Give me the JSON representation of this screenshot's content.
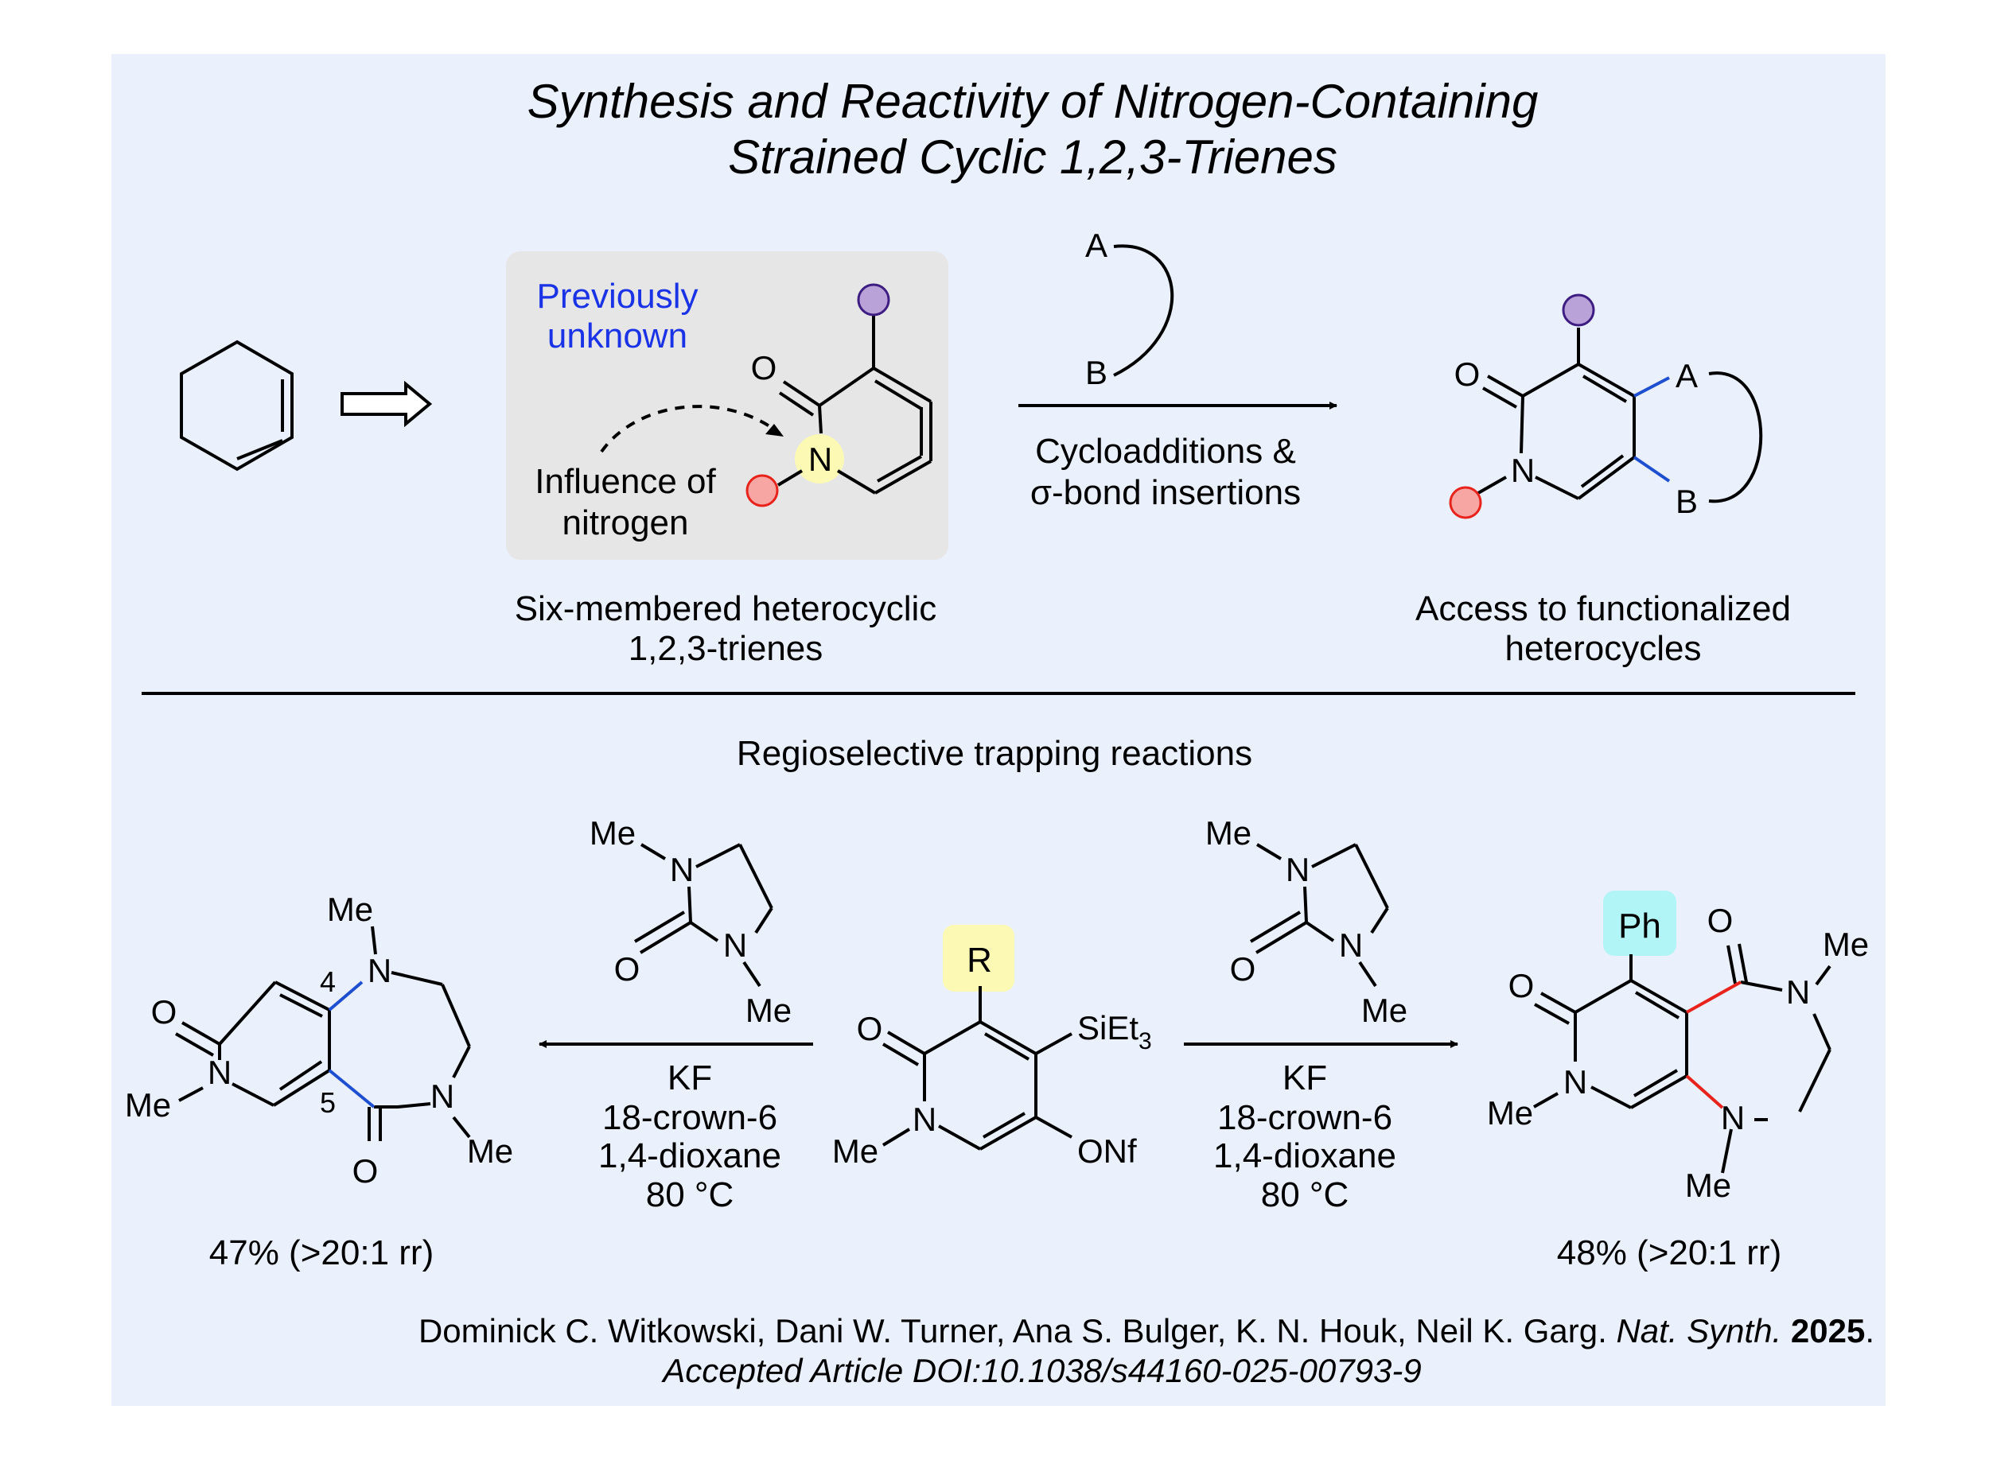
{
  "title": {
    "line1": "Synthesis and Reactivity of Nitrogen-Containing",
    "line2": "Strained Cyclic 1,2,3-Trienes"
  },
  "top": {
    "previously_line1": "Previously",
    "previously_line2": "unknown",
    "influence_line1": "Influence of",
    "influence_line2": "nitrogen",
    "trienes_caption_line1": "Six-membered heterocyclic",
    "trienes_caption_line2": "1,2,3-trienes",
    "reagent_label_a": "A",
    "reagent_label_b": "B",
    "arrow_label_line1": "Cycloadditions &",
    "arrow_label_line2": "σ-bond insertions",
    "product_caption_line1": "Access to functionalized",
    "product_caption_line2": "heterocycles"
  },
  "bottom": {
    "section_title": "Regioselective trapping reactions",
    "conditions_left": [
      "KF",
      "18-crown-6",
      "1,4-dioxane",
      "80 °C"
    ],
    "conditions_right": [
      "KF",
      "18-crown-6",
      "1,4-dioxane",
      "80 °C"
    ],
    "yield_left": "47% (>20:1 rr)",
    "yield_right": "48% (>20:1 rr)",
    "substituent_R": "R",
    "substituent_Ph": "Ph",
    "group_SiEt": "SiEt",
    "group_SiEt_sub": "3",
    "group_ONf": "ONf",
    "pos_4": "4",
    "pos_5": "5"
  },
  "atoms": {
    "O": "O",
    "N": "N",
    "Me": "Me",
    "A": "A",
    "B": "B"
  },
  "citation": {
    "authors": "Dominick C. Witkowski, Dani W. Turner, Ana S. Bulger, K. N. Houk, Neil K. Garg. ",
    "journal": "Nat. Synth.",
    "year": "2025",
    "period": ".",
    "doi": "Accepted Article DOI:10.1038/s44160-025-00793-9"
  },
  "colors": {
    "panel_bg": "#EAF1FC",
    "highlight_box": "#E6E6E6",
    "blue_text": "#1A33E6",
    "purple_circle": "#B8A2D8",
    "red_circle": "#F7A6A3",
    "red_circle_stroke": "#E8231B",
    "yellow_highlight": "#FBF9B4",
    "cyan_highlight": "#B2F5F7",
    "blue_bond": "#1E4FD1",
    "red_bond": "#E8231B"
  }
}
